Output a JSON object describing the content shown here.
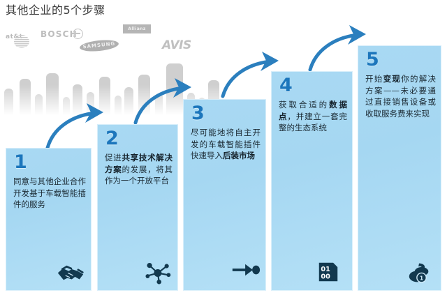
{
  "page": {
    "title": "其他企业的5个步骤",
    "accent_blue": "#1c76bc",
    "box_fill": "#a9d9f3",
    "text_color": "#1b2a33",
    "logo_color": "#b9b9b9"
  },
  "logos": [
    {
      "name": "at&t",
      "label": "at&t"
    },
    {
      "name": "bosch",
      "label": "BOSCH"
    },
    {
      "name": "samsung",
      "label": "SAMSUNG"
    },
    {
      "name": "allianz",
      "label": "Allianz"
    },
    {
      "name": "avis",
      "label": "AVIS"
    }
  ],
  "steps": [
    {
      "number": "1",
      "text_plain": "同意与其他企业合作开发基于车载智能插件的服务",
      "text_html": "同意与其他企业合作开发基于车载智能插件的服务",
      "icon": "handshake-icon"
    },
    {
      "number": "2",
      "text_plain": "促进共享技术解决方案的发展，将其作为一个开放平台",
      "text_html": "促进<b>共享技术解决方案</b>的发展，将其作为一个开放平台",
      "icon": "network-nodes-icon"
    },
    {
      "number": "3",
      "text_plain": "尽可能地将自主开发的车载智能插件快速导入后装市场",
      "text_html": "尽可能地将自主开发的车载智能插件快速导入<b>后装市场</b>",
      "icon": "arrow-to-target-icon"
    },
    {
      "number": "4",
      "text_plain": "获取合适的数据点，并建立一套完整的生态系统",
      "text_html": "获取合适的<b>数据点</b>，并建立一套完整的生态系统",
      "icon": "binary-data-icon"
    },
    {
      "number": "5",
      "text_plain": "开始变现你的解决方案——未必要通过直接销售设备或收取服务费来实现",
      "text_html": "开始<b>变现</b>你的解决方案——未必要通过直接销售设备或收取服务费来实现",
      "icon": "money-coins-icon"
    }
  ],
  "arrows": [
    {
      "name": "arrow-step1-to-step2"
    },
    {
      "name": "arrow-step2-to-step3"
    },
    {
      "name": "arrow-step3-to-step4"
    },
    {
      "name": "arrow-step4-to-step5"
    }
  ]
}
